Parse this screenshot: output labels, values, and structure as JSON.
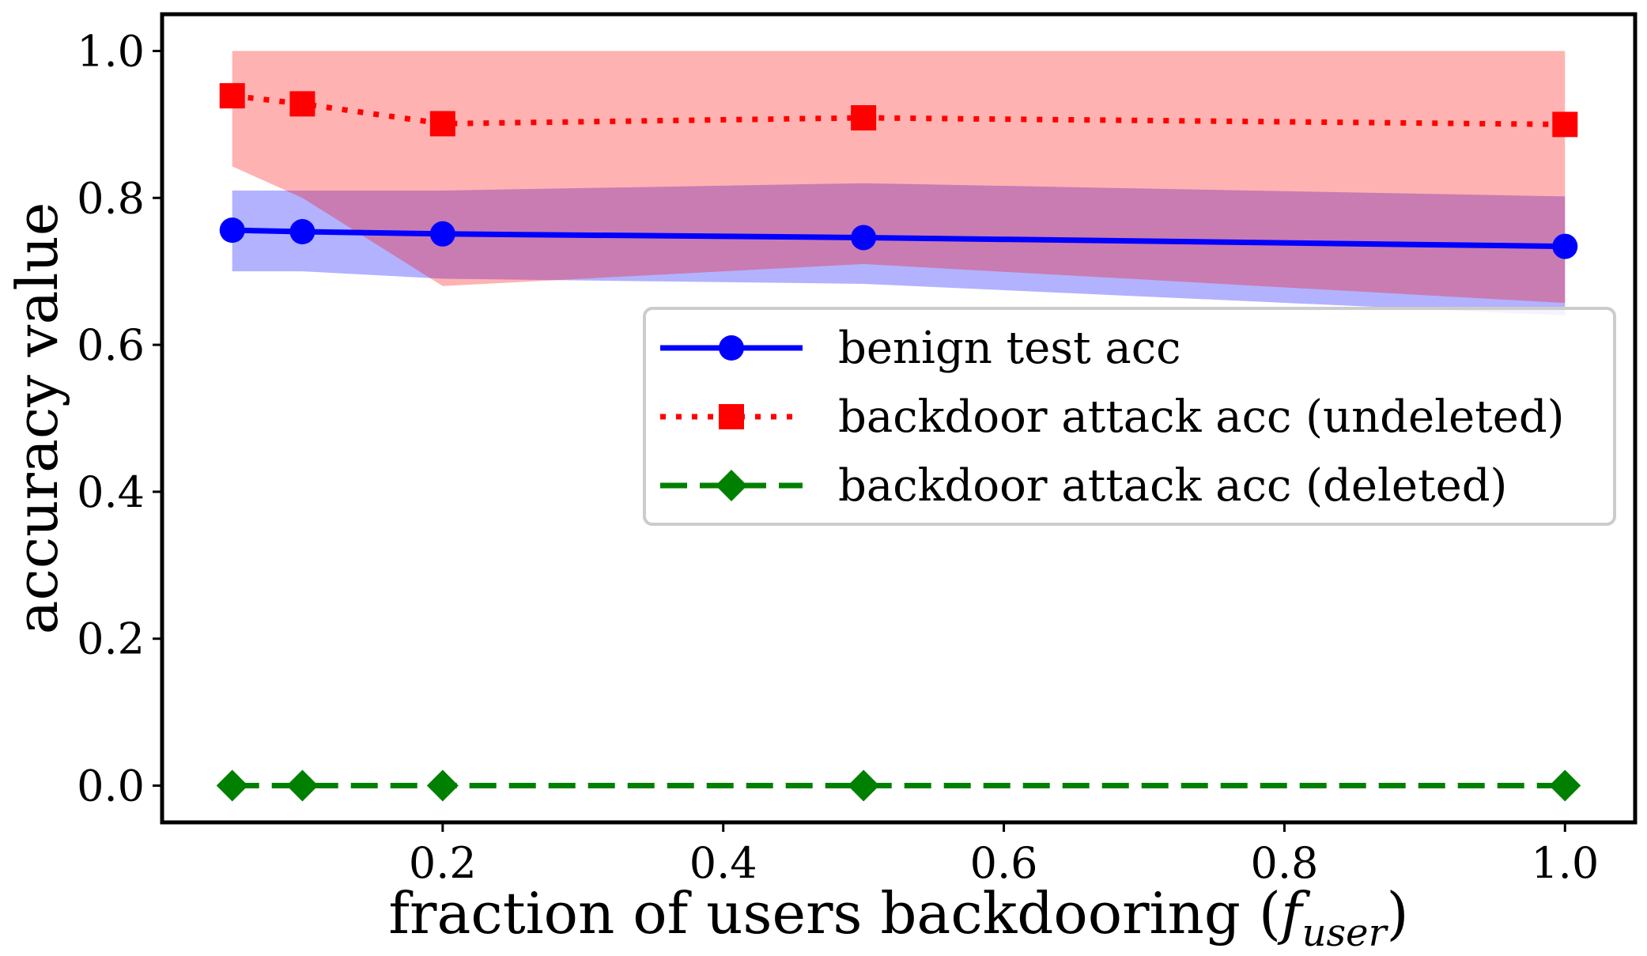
{
  "chart_data": {
    "type": "line",
    "xlabel": "fraction of users backdooring (",
    "xlabel_symbol": "f",
    "xlabel_subscript": "user",
    "xlabel_close": ")",
    "ylabel": "accuracy value",
    "xlim": [
      0.0,
      1.05
    ],
    "ylim": [
      -0.05,
      1.05
    ],
    "xticks": [
      0.2,
      0.4,
      0.6,
      0.8,
      1.0
    ],
    "xtick_labels": [
      "0.2",
      "0.4",
      "0.6",
      "0.8",
      "1.0"
    ],
    "yticks": [
      0.0,
      0.2,
      0.4,
      0.6,
      0.8,
      1.0
    ],
    "ytick_labels": [
      "0.0",
      "0.2",
      "0.4",
      "0.6",
      "0.8",
      "1.0"
    ],
    "grid": false,
    "legend_position": "center-right",
    "x": [
      0.05,
      0.1,
      0.2,
      0.5,
      1.0
    ],
    "series": [
      {
        "name": "benign test acc",
        "values": [
          0.756,
          0.754,
          0.751,
          0.746,
          0.734
        ],
        "band_low": [
          0.7,
          0.7,
          0.69,
          0.683,
          0.64
        ],
        "band_high": [
          0.81,
          0.81,
          0.81,
          0.82,
          0.802
        ],
        "color": "#0000ff",
        "band_color": "#b0b0ff",
        "marker": "circle",
        "linestyle": "solid"
      },
      {
        "name": "backdoor attack acc (undeleted)",
        "values": [
          0.939,
          0.928,
          0.901,
          0.909,
          0.9
        ],
        "band_low": [
          0.843,
          0.8,
          0.68,
          0.71,
          0.657
        ],
        "band_high": [
          1.0,
          1.0,
          1.0,
          1.0,
          1.0
        ],
        "color": "#ff0000",
        "band_color": "#ffb0b0",
        "marker": "square",
        "linestyle": "dotted"
      },
      {
        "name": "backdoor attack acc (deleted)",
        "values": [
          0.0,
          0.0,
          0.0,
          0.0,
          0.0
        ],
        "color": "#008000",
        "marker": "diamond",
        "linestyle": "dashed"
      }
    ],
    "overlap_color": "#c87ab4"
  }
}
